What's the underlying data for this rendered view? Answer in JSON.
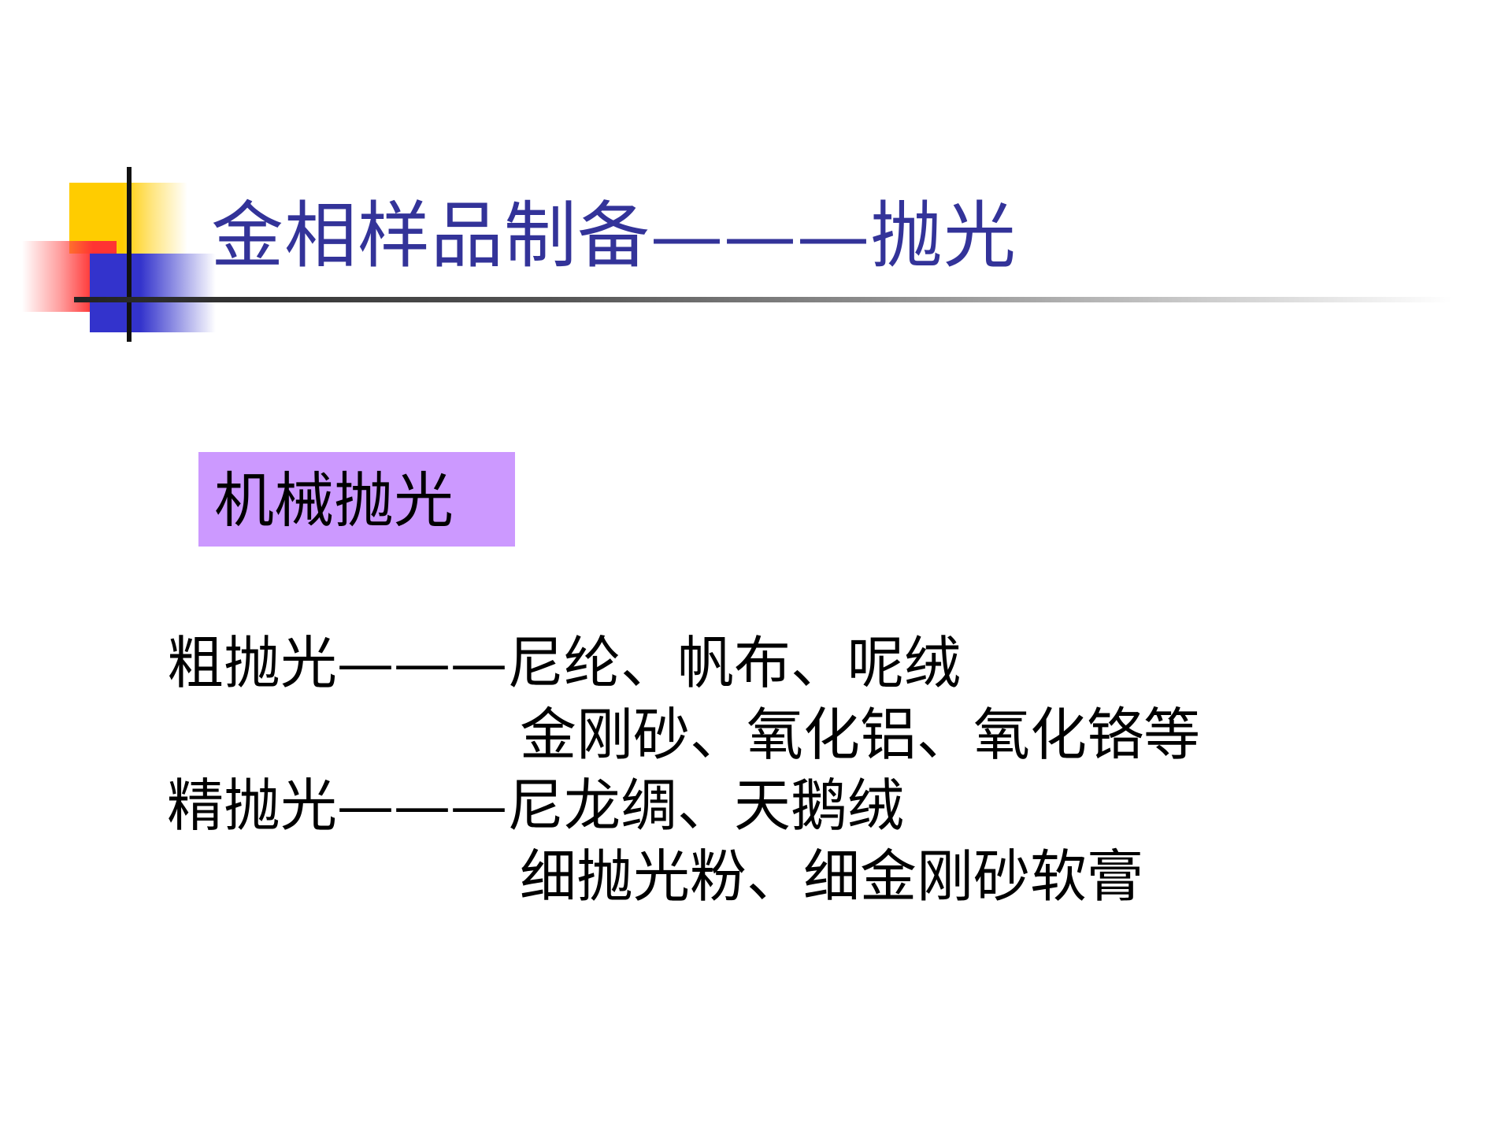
{
  "slide": {
    "title": "金相样品制备———抛光",
    "section_label": "机械抛光",
    "lines": [
      "粗抛光———尼纶、帆布、呢绒",
      "金刚砂、氧化铝、氧化铬等",
      "精抛光———尼龙绸、天鹅绒",
      "细抛光粉、细金刚砂软膏"
    ]
  },
  "colors": {
    "title": "#333399",
    "badge_background": "#cc99ff",
    "body_text": "#000000",
    "deco_yellow": "#ffcc00",
    "deco_red": "#ff3333",
    "deco_blue": "#3333cc"
  }
}
